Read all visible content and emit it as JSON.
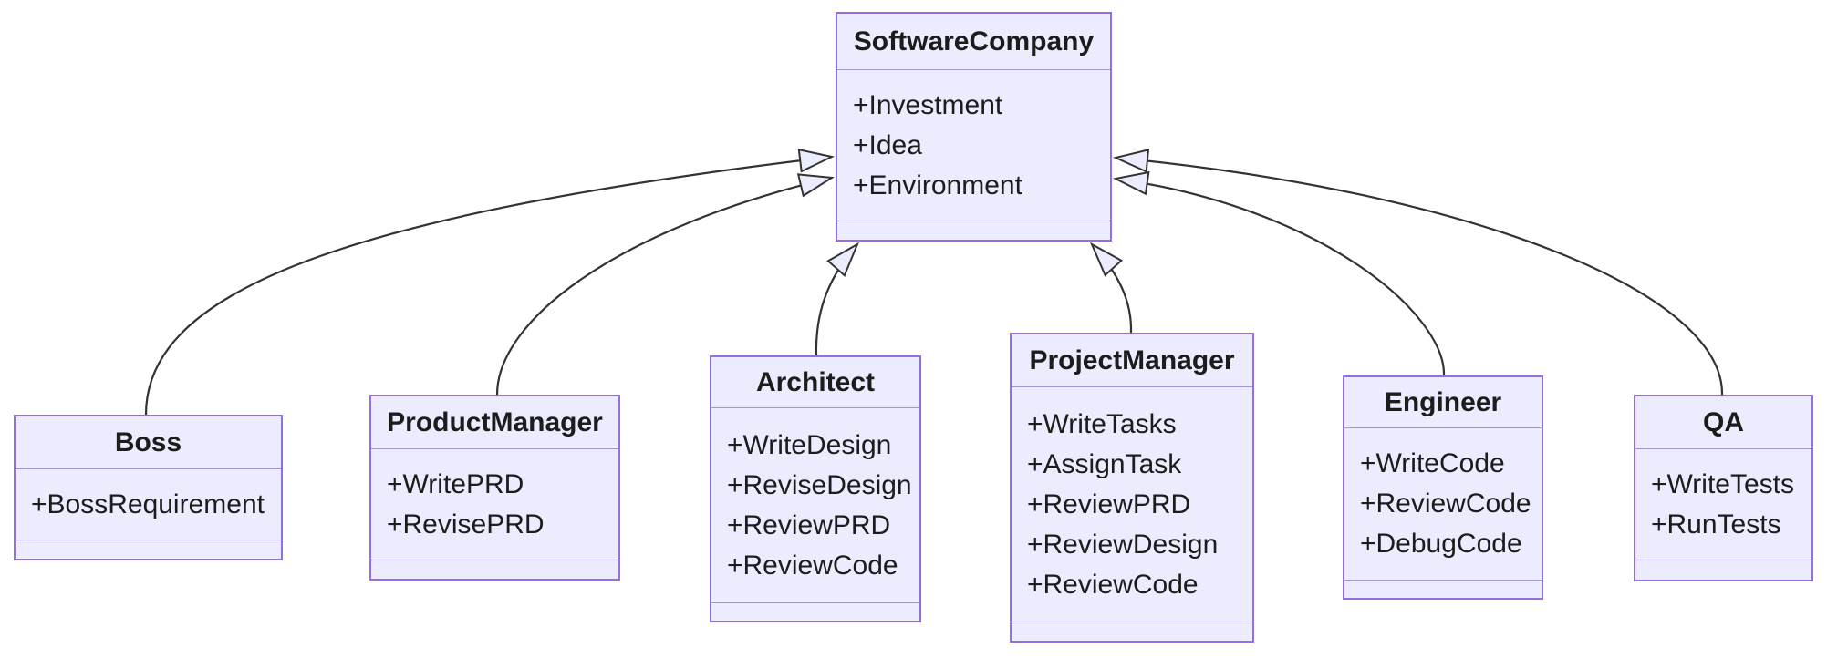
{
  "diagram": {
    "type": "uml-class-diagram",
    "colors": {
      "class_fill": "#ECECFF",
      "class_border": "#9370DB",
      "edge_line": "#333333",
      "text": "#1c1c1c",
      "background": "#ffffff"
    },
    "classes": [
      {
        "id": "software-company",
        "name": "SoftwareCompany",
        "attributes": [
          "+Investment",
          "+Idea",
          "+Environment"
        ],
        "methods": []
      },
      {
        "id": "boss",
        "name": "Boss",
        "attributes": [
          "+BossRequirement"
        ],
        "methods": []
      },
      {
        "id": "product-manager",
        "name": "ProductManager",
        "attributes": [
          "+WritePRD",
          "+RevisePRD"
        ],
        "methods": []
      },
      {
        "id": "architect",
        "name": "Architect",
        "attributes": [
          "+WriteDesign",
          "+ReviseDesign",
          "+ReviewPRD",
          "+ReviewCode"
        ],
        "methods": []
      },
      {
        "id": "project-manager",
        "name": "ProjectManager",
        "attributes": [
          "+WriteTasks",
          "+AssignTask",
          "+ReviewPRD",
          "+ReviewDesign",
          "+ReviewCode"
        ],
        "methods": []
      },
      {
        "id": "engineer",
        "name": "Engineer",
        "attributes": [
          "+WriteCode",
          "+ReviewCode",
          "+DebugCode"
        ],
        "methods": []
      },
      {
        "id": "qa",
        "name": "QA",
        "attributes": [
          "+WriteTests",
          "+RunTests"
        ],
        "methods": []
      }
    ],
    "relationships": [
      {
        "from": "Boss",
        "to": "SoftwareCompany",
        "type": "inheritance"
      },
      {
        "from": "ProductManager",
        "to": "SoftwareCompany",
        "type": "inheritance"
      },
      {
        "from": "Architect",
        "to": "SoftwareCompany",
        "type": "inheritance"
      },
      {
        "from": "ProjectManager",
        "to": "SoftwareCompany",
        "type": "inheritance"
      },
      {
        "from": "Engineer",
        "to": "SoftwareCompany",
        "type": "inheritance"
      },
      {
        "from": "QA",
        "to": "SoftwareCompany",
        "type": "inheritance"
      }
    ]
  }
}
